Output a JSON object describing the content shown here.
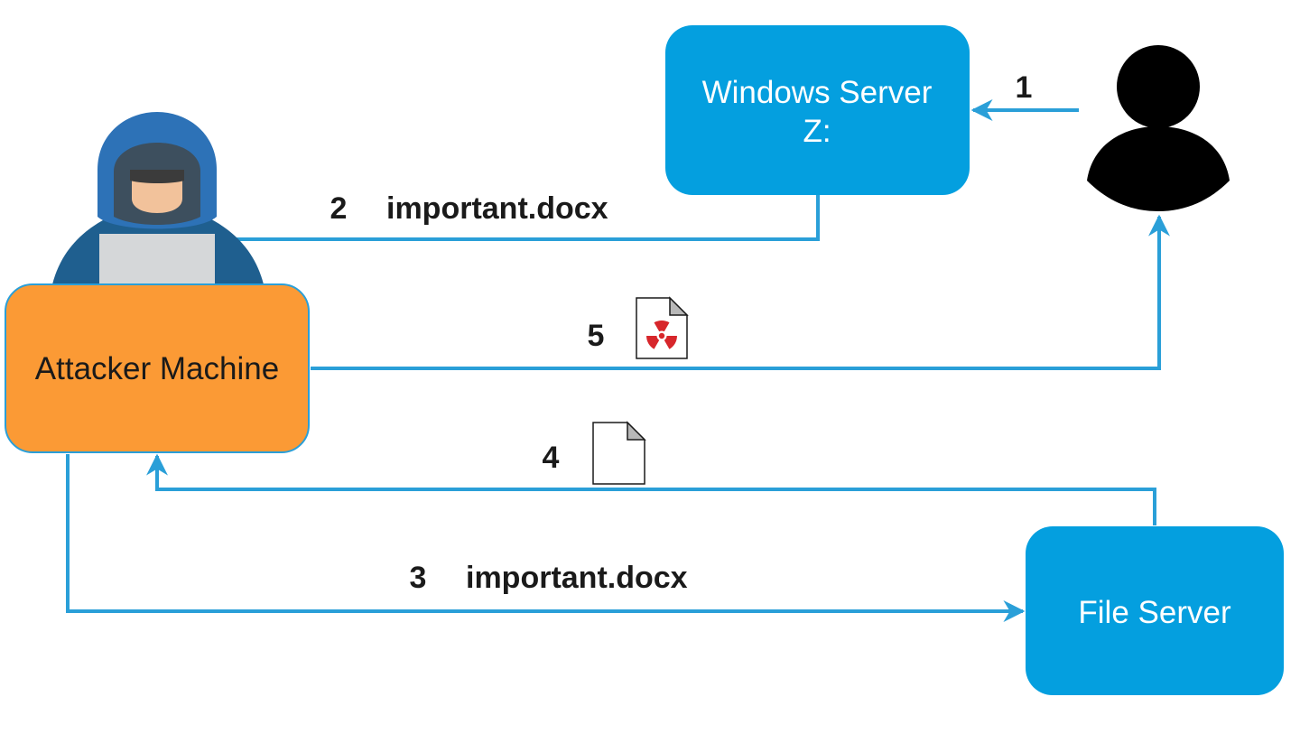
{
  "colors": {
    "server_fill": "#049fdf",
    "attacker_fill": "#fb9a35",
    "attacker_stroke": "#2a9fd8",
    "arrow": "#2a9fd8",
    "user_silhouette": "#000000",
    "hood": "#2d72b7",
    "jacket": "#1f5f8f",
    "skin": "#f2c29b",
    "laptop": "#d5d7d9",
    "radiation": "#d7262b",
    "doc_fold": "#b8b8b8"
  },
  "nodes": {
    "windows_server": {
      "line1": "Windows Server",
      "line2": "Z:",
      "shape": "rounded-rectangle"
    },
    "attacker_machine": {
      "label": "Attacker Machine",
      "shape": "rounded-rectangle",
      "icon": "hooded-hacker-icon"
    },
    "file_server": {
      "label": "File Server",
      "shape": "rounded-rectangle"
    },
    "user": {
      "icon": "user-silhouette-icon"
    }
  },
  "edges": [
    {
      "step": "1",
      "from": "user",
      "to": "windows_server",
      "file": "",
      "icon": ""
    },
    {
      "step": "2",
      "from": "windows_server",
      "to": "attacker_machine",
      "file": "important.docx",
      "icon": ""
    },
    {
      "step": "3",
      "from": "attacker_machine",
      "to": "file_server",
      "file": "important.docx",
      "icon": ""
    },
    {
      "step": "4",
      "from": "file_server",
      "to": "attacker_machine",
      "file": "",
      "icon": "blank-document-icon"
    },
    {
      "step": "5",
      "from": "attacker_machine",
      "to": "user",
      "file": "",
      "icon": "radioactive-document-icon"
    }
  ]
}
